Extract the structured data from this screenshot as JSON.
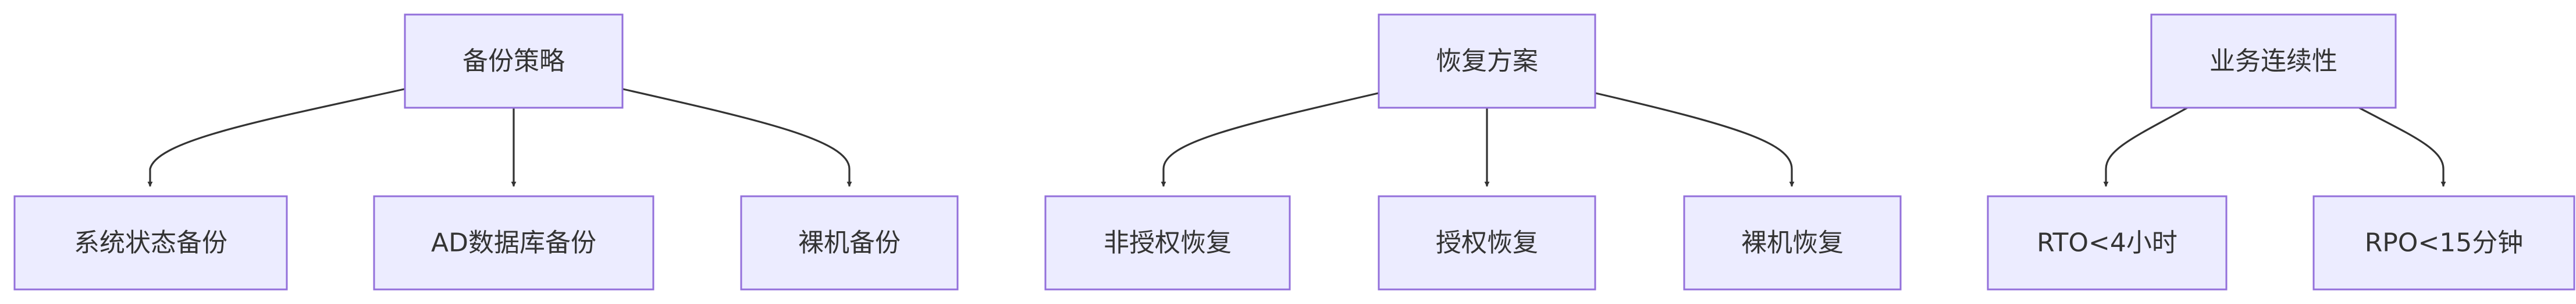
{
  "diagram": {
    "groups": [
      {
        "root": "备份策略",
        "children": [
          "系统状态备份",
          "AD数据库备份",
          "裸机备份"
        ]
      },
      {
        "root": "恢复方案",
        "children": [
          "非授权恢复",
          "授权恢复",
          "裸机恢复"
        ]
      },
      {
        "root": "业务连续性",
        "children": [
          "RTO<4小时",
          "RPO<15分钟"
        ]
      }
    ],
    "colors": {
      "node_fill": "#ececff",
      "node_border": "#9370db",
      "edge": "#333333",
      "text": "#333333"
    }
  }
}
